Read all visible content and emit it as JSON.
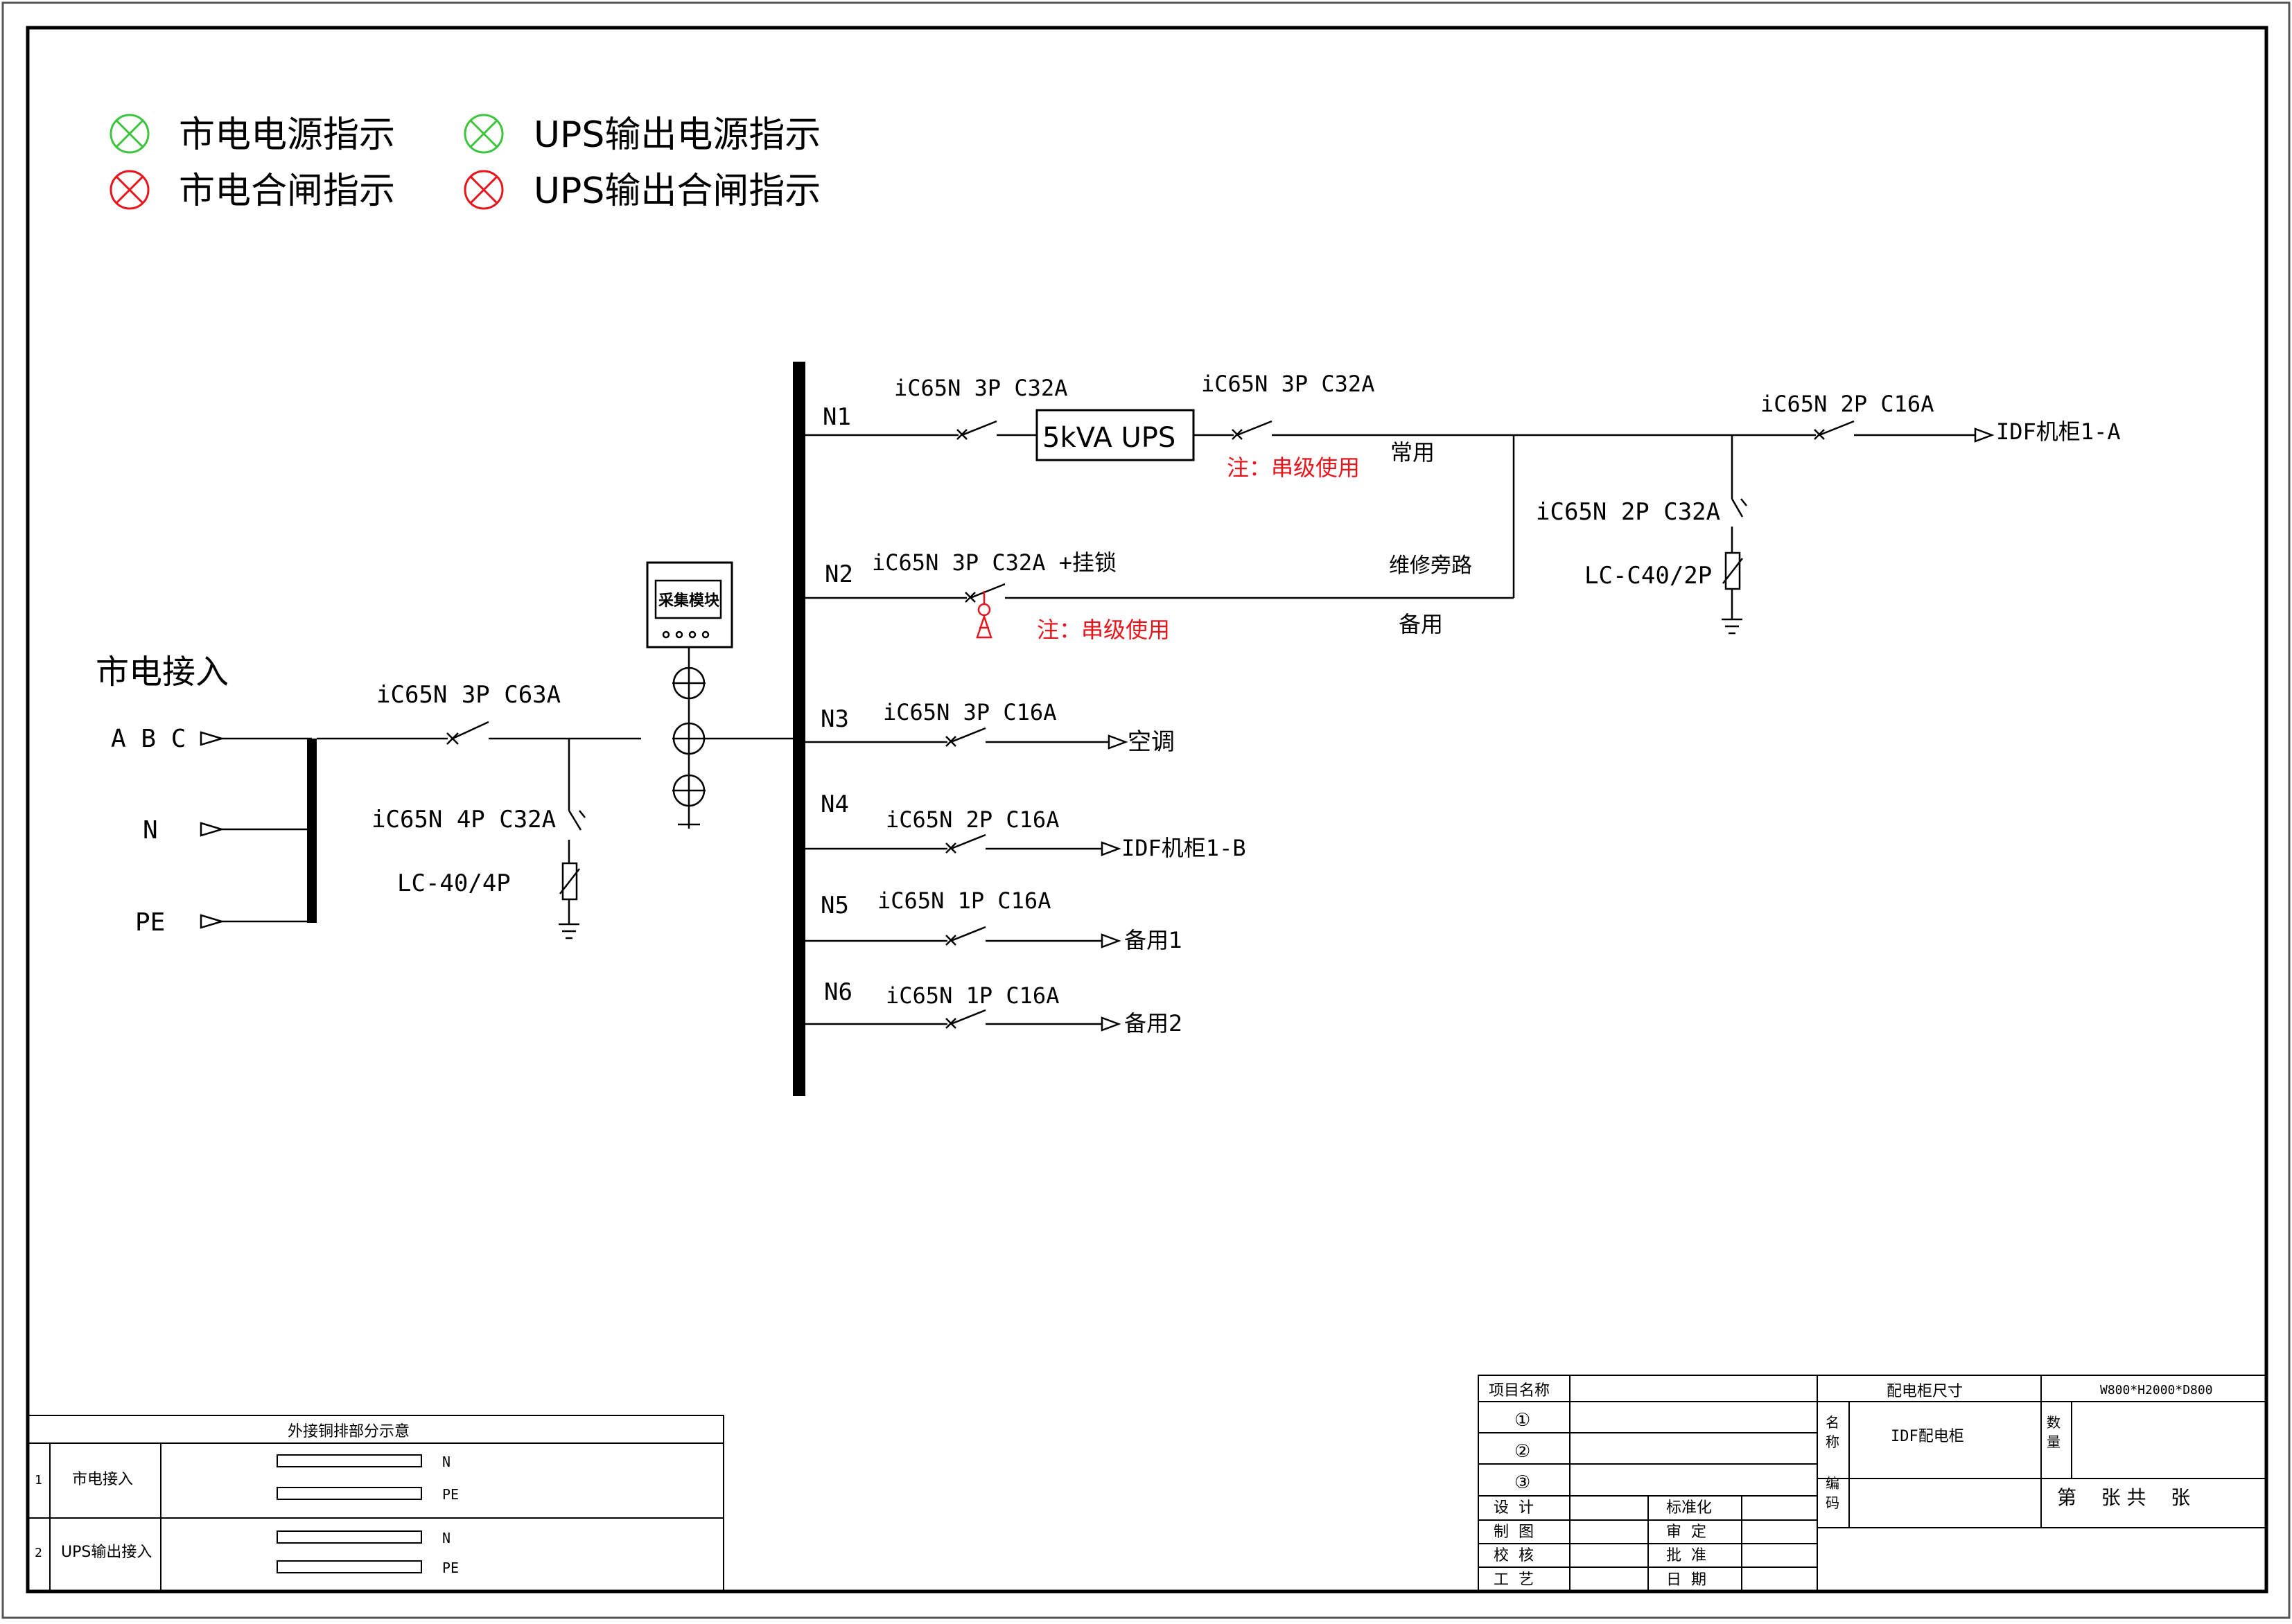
{
  "legend": {
    "mains_power": "市电电源指示",
    "ups_power": "UPS输出电源指示",
    "mains_close": "市电合闸指示",
    "ups_close": "UPS输出合闸指示",
    "colors": {
      "green": "#3cc53c",
      "red": "#e8141b"
    }
  },
  "incoming": {
    "title": "市电接入",
    "phase_abc": "A B C",
    "phase_n": "N",
    "phase_pe": "PE",
    "main_breaker": "iC65N 3P C63A",
    "spd_breaker": "iC65N 4P C32A",
    "spd": "LC-40/4P",
    "module": "采集模块"
  },
  "circuits": {
    "n1": {
      "id": "N1",
      "breaker1": "iC65N 3P C32A",
      "ups": "5kVA UPS",
      "breaker2": "iC65N 3P C32A",
      "note": "注：串级使用",
      "mode": "常用"
    },
    "n2": {
      "id": "N2",
      "breaker": "iC65N 3P C32A +挂锁",
      "note": "注：串级使用",
      "bypass": "维修旁路",
      "mode": "备用"
    },
    "idf_a": {
      "breaker": "iC65N 2P C16A",
      "load": "IDF机柜1-A",
      "spd_breaker": "iC65N 2P C32A",
      "spd": "LC-C40/2P"
    },
    "n3": {
      "id": "N3",
      "breaker": "iC65N 3P C16A",
      "load": "空调"
    },
    "n4": {
      "id": "N4",
      "breaker": "iC65N 2P C16A",
      "load": "IDF机柜1-B"
    },
    "n5": {
      "id": "N5",
      "breaker": "iC65N 1P C16A",
      "load": "备用1"
    },
    "n6": {
      "id": "N6",
      "breaker": "iC65N 1P C16A",
      "load": "备用2"
    }
  },
  "busbar_table": {
    "title": "外接铜排部分示意",
    "rows": [
      {
        "no": "1",
        "name": "市电接入",
        "bar1": "N",
        "bar2": "PE"
      },
      {
        "no": "2",
        "name": "UPS输出接入",
        "bar1": "N",
        "bar2": "PE"
      }
    ]
  },
  "title_block": {
    "project_name": "项目名称",
    "cabinet_size_label": "配电柜尺寸",
    "cabinet_size_value": "W800*H2000*D800",
    "rev1": "①",
    "rev2": "②",
    "rev3": "③",
    "name_label_1": "名",
    "name_label_2": "称",
    "name_value": "IDF配电柜",
    "qty_label_1": "数",
    "qty_label_2": "量",
    "code_label_1": "编",
    "code_label_2": "码",
    "sheet": "第    张 共    张",
    "design": "设  计",
    "drawing": "制  图",
    "check": "校  核",
    "process": "工  艺",
    "standard": "标准化",
    "review": "审  定",
    "approve": "批  准",
    "date": "日  期"
  }
}
